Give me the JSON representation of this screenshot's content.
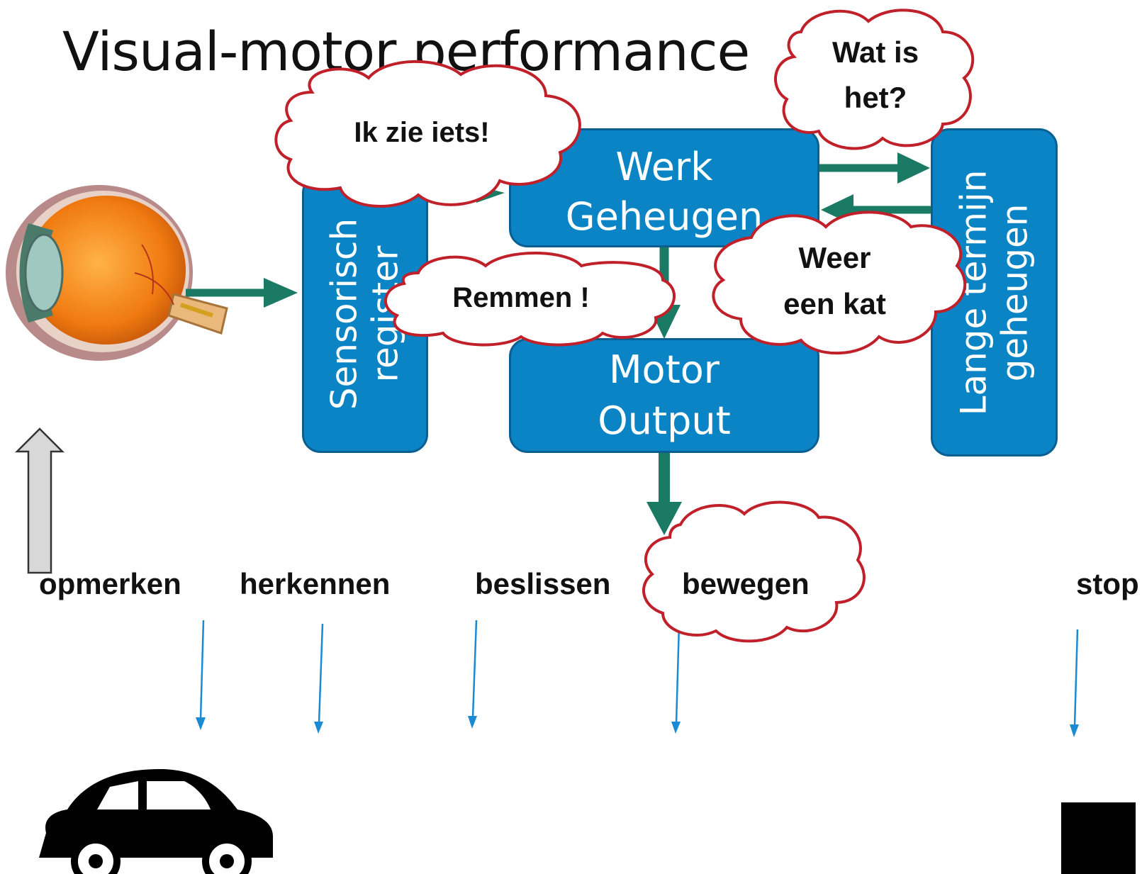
{
  "title": "Visual-motor performance",
  "boxes": {
    "sensory": "Sensorisch register",
    "working_line1": "Werk",
    "working_line2": "Geheugen",
    "motor_line1": "Motor",
    "motor_line2": "Output",
    "longterm": "Lange termijn geheugen"
  },
  "bubbles": {
    "see": "Ik zie iets!",
    "what_line1": "Wat is",
    "what_line2": "het?",
    "brake": "Remmen !",
    "cat_line1": "Weer",
    "cat_line2": "een kat"
  },
  "steps": [
    "opmerken",
    "herkennen",
    "beslissen",
    "bewegen",
    "stop"
  ],
  "colors": {
    "box_fill": "#0b84c6",
    "arrow": "#1a7a63",
    "cloud_outline": "#c0202a",
    "timeline_arrow": "#1a8ad4"
  }
}
